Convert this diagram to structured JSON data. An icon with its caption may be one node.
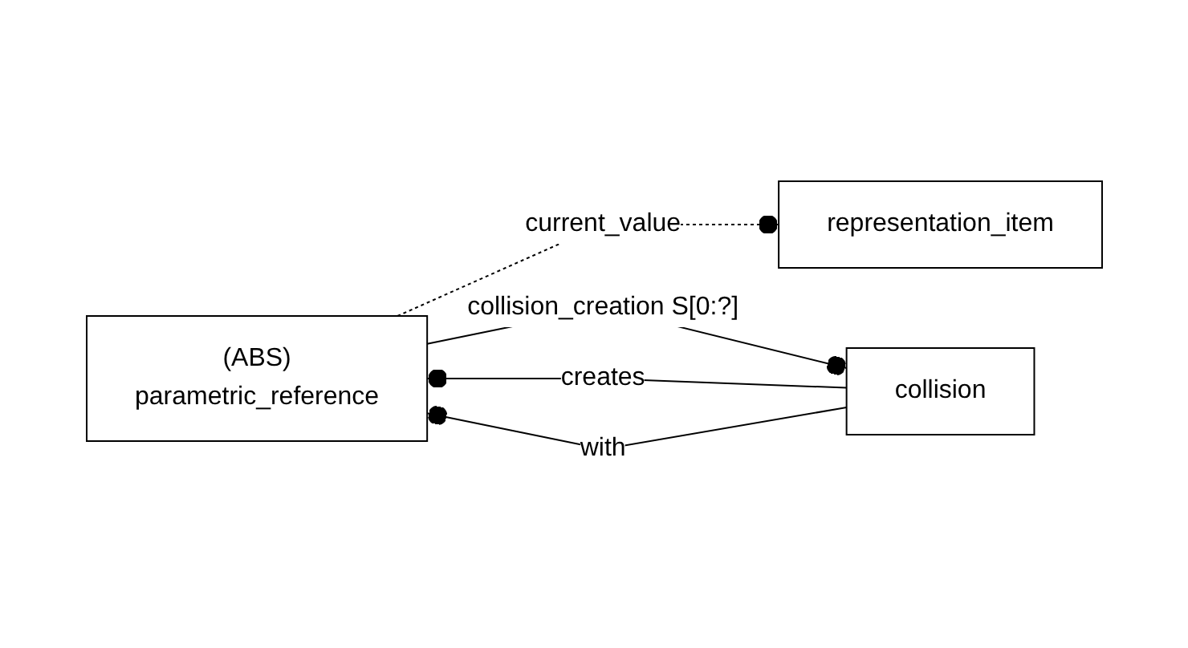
{
  "diagram": {
    "nodes": [
      {
        "text": [
          "representation_item"
        ]
      },
      {
        "text": [
          "(ABS)",
          "parametric_reference"
        ]
      },
      {
        "text": [
          "collision"
        ]
      }
    ],
    "edges": [
      {
        "from": 1,
        "to": 0,
        "arrow": "other",
        "label": "current_value",
        "style": "dashed"
      },
      {
        "from": 1,
        "to": 2,
        "arrow": "other",
        "label": "collision_creation S[0:?]"
      },
      {
        "from": 2,
        "to": 1,
        "arrow": "other",
        "label": "creates"
      },
      {
        "from": 2,
        "to": 1,
        "arrow": "other",
        "label": "with"
      }
    ]
  }
}
